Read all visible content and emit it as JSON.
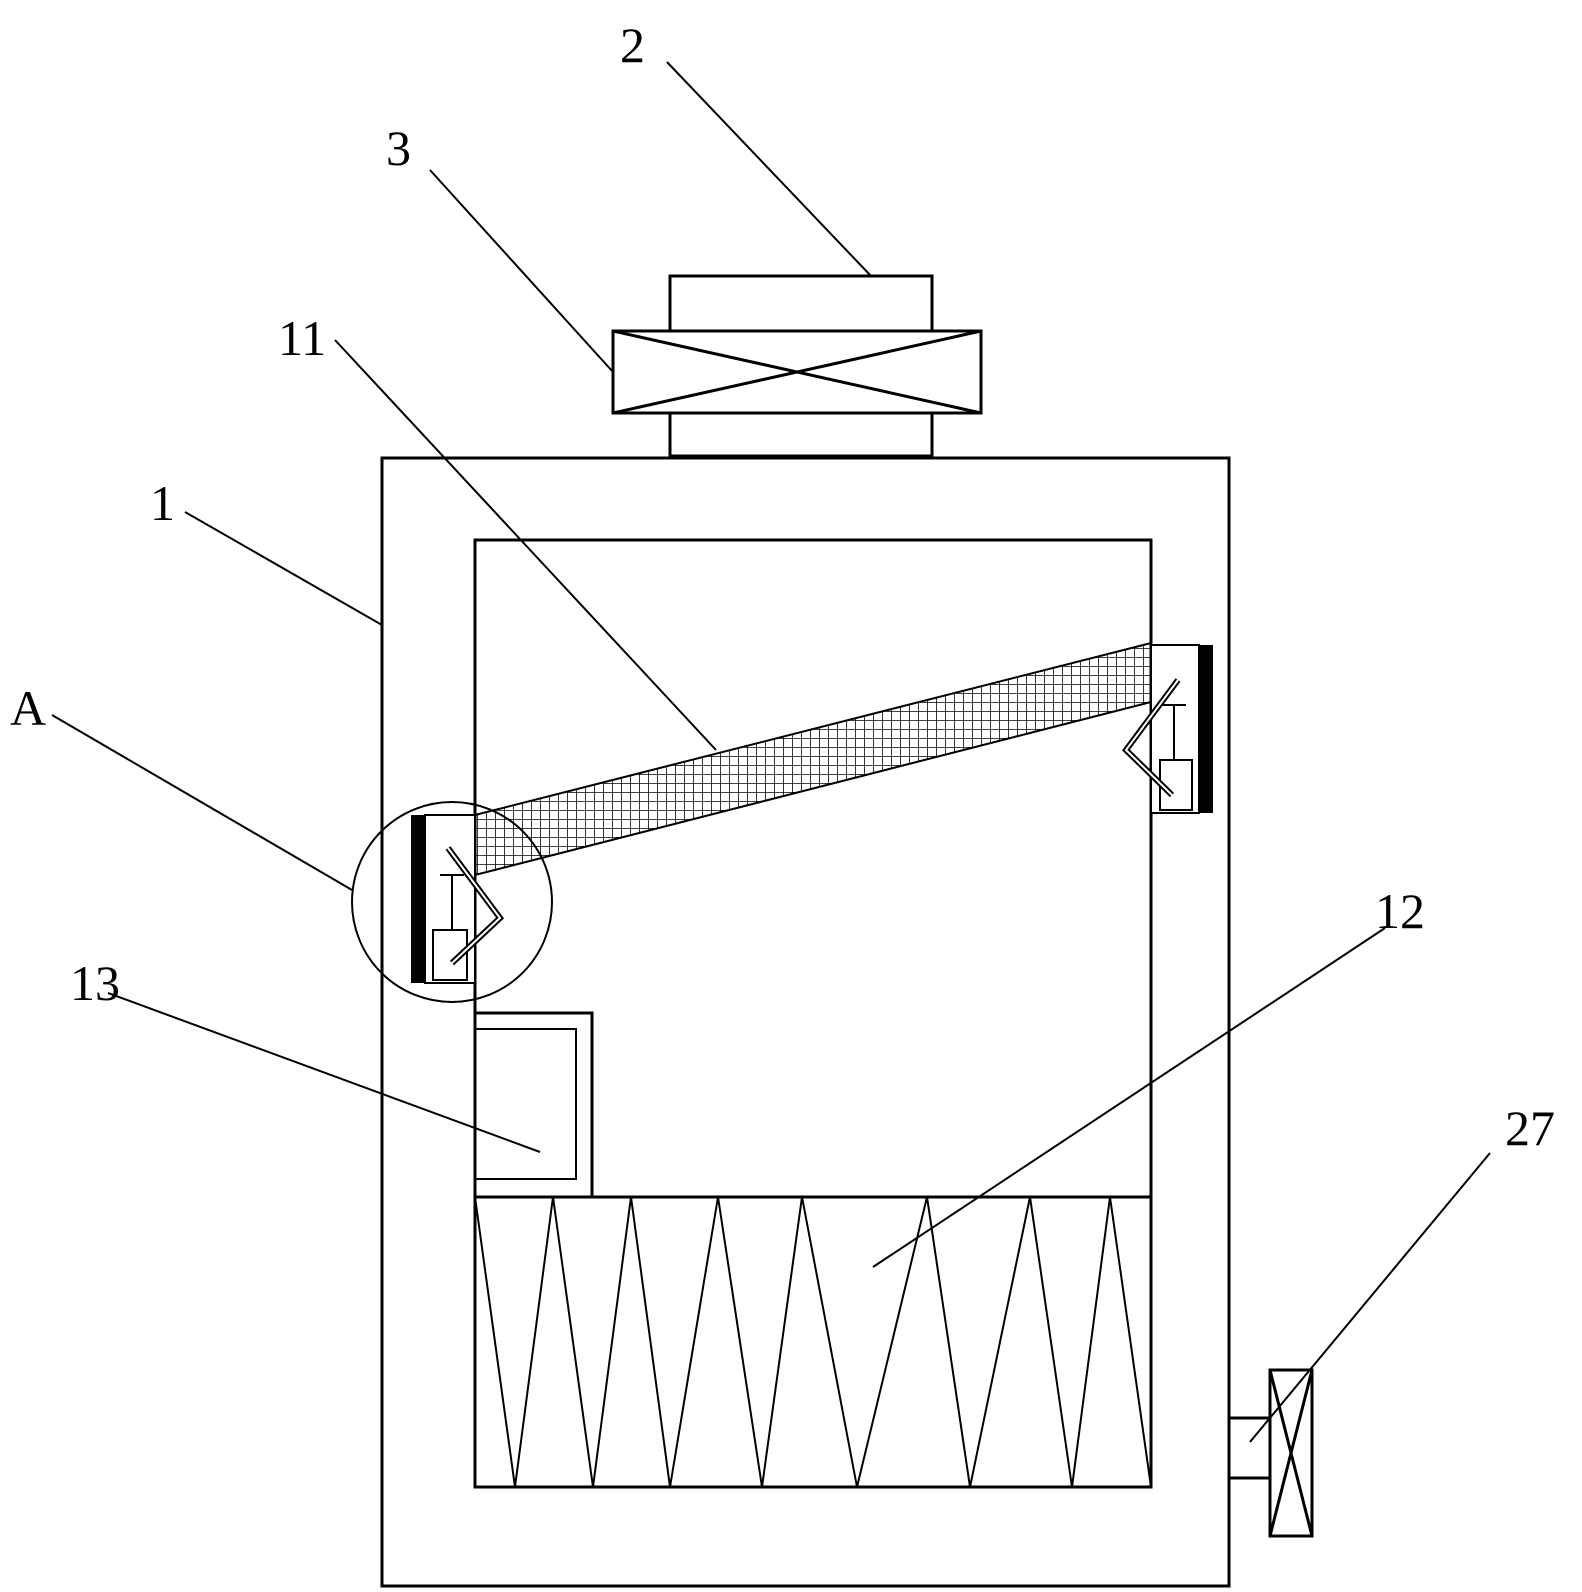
{
  "figure": {
    "labels": {
      "housing": "1",
      "outlet_pipe": "2",
      "top_valve": "3",
      "detail_a": "A",
      "filter_screen": "11",
      "filter_element": "12",
      "side_box": "13",
      "drain_valve": "27"
    },
    "colors": {
      "line": "#000000",
      "background": "#ffffff"
    }
  }
}
